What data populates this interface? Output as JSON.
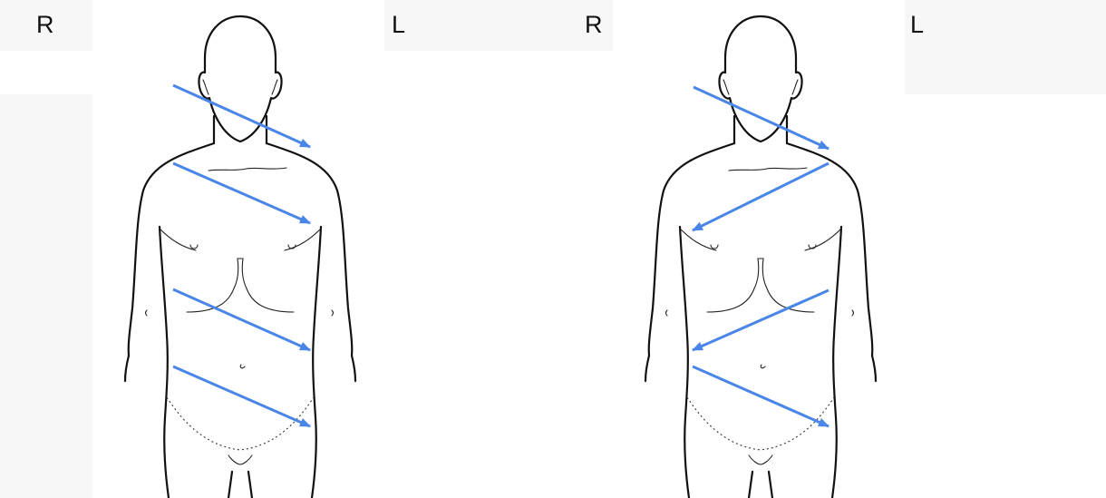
{
  "panels": [
    {
      "id": "left",
      "right_label": "R",
      "left_label": "L",
      "arrows": [
        {
          "from": "right",
          "to": "left",
          "region": "head-neck"
        },
        {
          "from": "right",
          "to": "left",
          "region": "chest"
        },
        {
          "from": "right",
          "to": "left",
          "region": "upper-abdomen"
        },
        {
          "from": "right",
          "to": "left",
          "region": "lower-abdomen"
        }
      ]
    },
    {
      "id": "right",
      "right_label": "R",
      "left_label": "L",
      "arrows": [
        {
          "from": "right",
          "to": "left",
          "region": "head-neck"
        },
        {
          "from": "left",
          "to": "right",
          "region": "chest"
        },
        {
          "from": "left",
          "to": "right",
          "region": "upper-abdomen"
        },
        {
          "from": "right",
          "to": "left",
          "region": "lower-abdomen"
        }
      ]
    }
  ],
  "colors": {
    "arrow": "#4a86e8",
    "outline": "#111111"
  }
}
